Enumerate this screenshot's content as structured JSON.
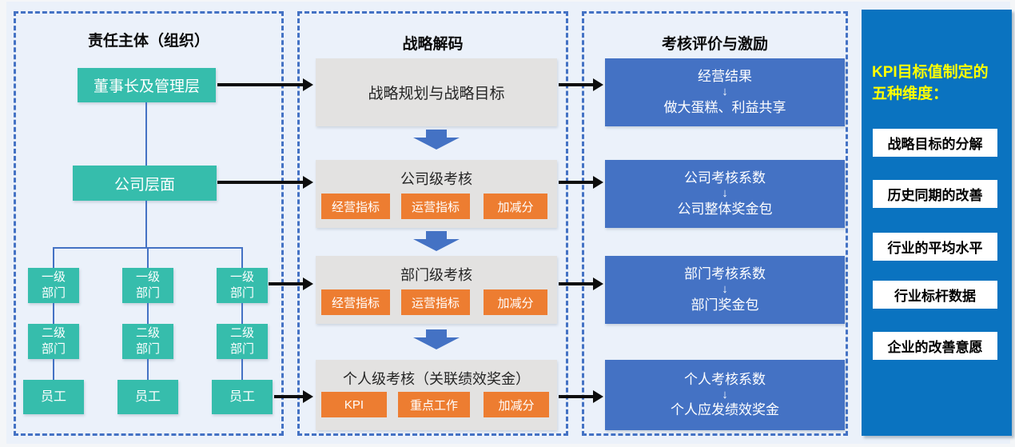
{
  "colors": {
    "background": "#EBF1FA",
    "panel_border": "#4472C4",
    "teal_box": "#36BDAC",
    "gray_box": "#E3E2E1",
    "orange_tag": "#ED7D31",
    "blue_box": "#4472C4",
    "dark_blue_panel": "#0A73C0",
    "kpi_title_yellow": "#FFFF00",
    "flow_arrow_black": "#0D0D0D"
  },
  "glyphs": {
    "down_arrow": "↓"
  },
  "org_panel": {
    "title": "责任主体（组织）",
    "chairman": "董事长及管理层",
    "company": "公司层面",
    "columns": [
      {
        "level1": "一级部门",
        "level2": "二级部门",
        "employee": "员工"
      },
      {
        "level1": "一级部门",
        "level2": "二级部门",
        "employee": "员工"
      },
      {
        "level1": "一级部门",
        "level2": "二级部门",
        "employee": "员工"
      }
    ]
  },
  "strategy_panel": {
    "title": "战略解码",
    "top_box": "战略规划与战略目标",
    "rows": [
      {
        "title": "公司级考核",
        "tags": [
          "经营指标",
          "运营指标",
          "加减分"
        ]
      },
      {
        "title": "部门级考核",
        "tags": [
          "经营指标",
          "运营指标",
          "加减分"
        ]
      },
      {
        "title": "个人级考核（关联绩效奖金）",
        "tags": [
          "KPI",
          "重点工作",
          "加减分"
        ]
      }
    ]
  },
  "evaluation_panel": {
    "title": "考核评价与激励",
    "boxes": [
      {
        "top": "经营结果",
        "bottom": "做大蛋糕、利益共享"
      },
      {
        "top": "公司考核系数",
        "bottom": "公司整体奖金包"
      },
      {
        "top": "部门考核系数",
        "bottom": "部门奖金包"
      },
      {
        "top": "个人考核系数",
        "bottom": "个人应发绩效奖金"
      }
    ]
  },
  "kpi_panel": {
    "title": "KPI目标值制定的五种维度：",
    "items": [
      "战略目标的分解",
      "历史同期的改善",
      "行业的平均水平",
      "行业标杆数据",
      "企业的改善意愿"
    ]
  }
}
